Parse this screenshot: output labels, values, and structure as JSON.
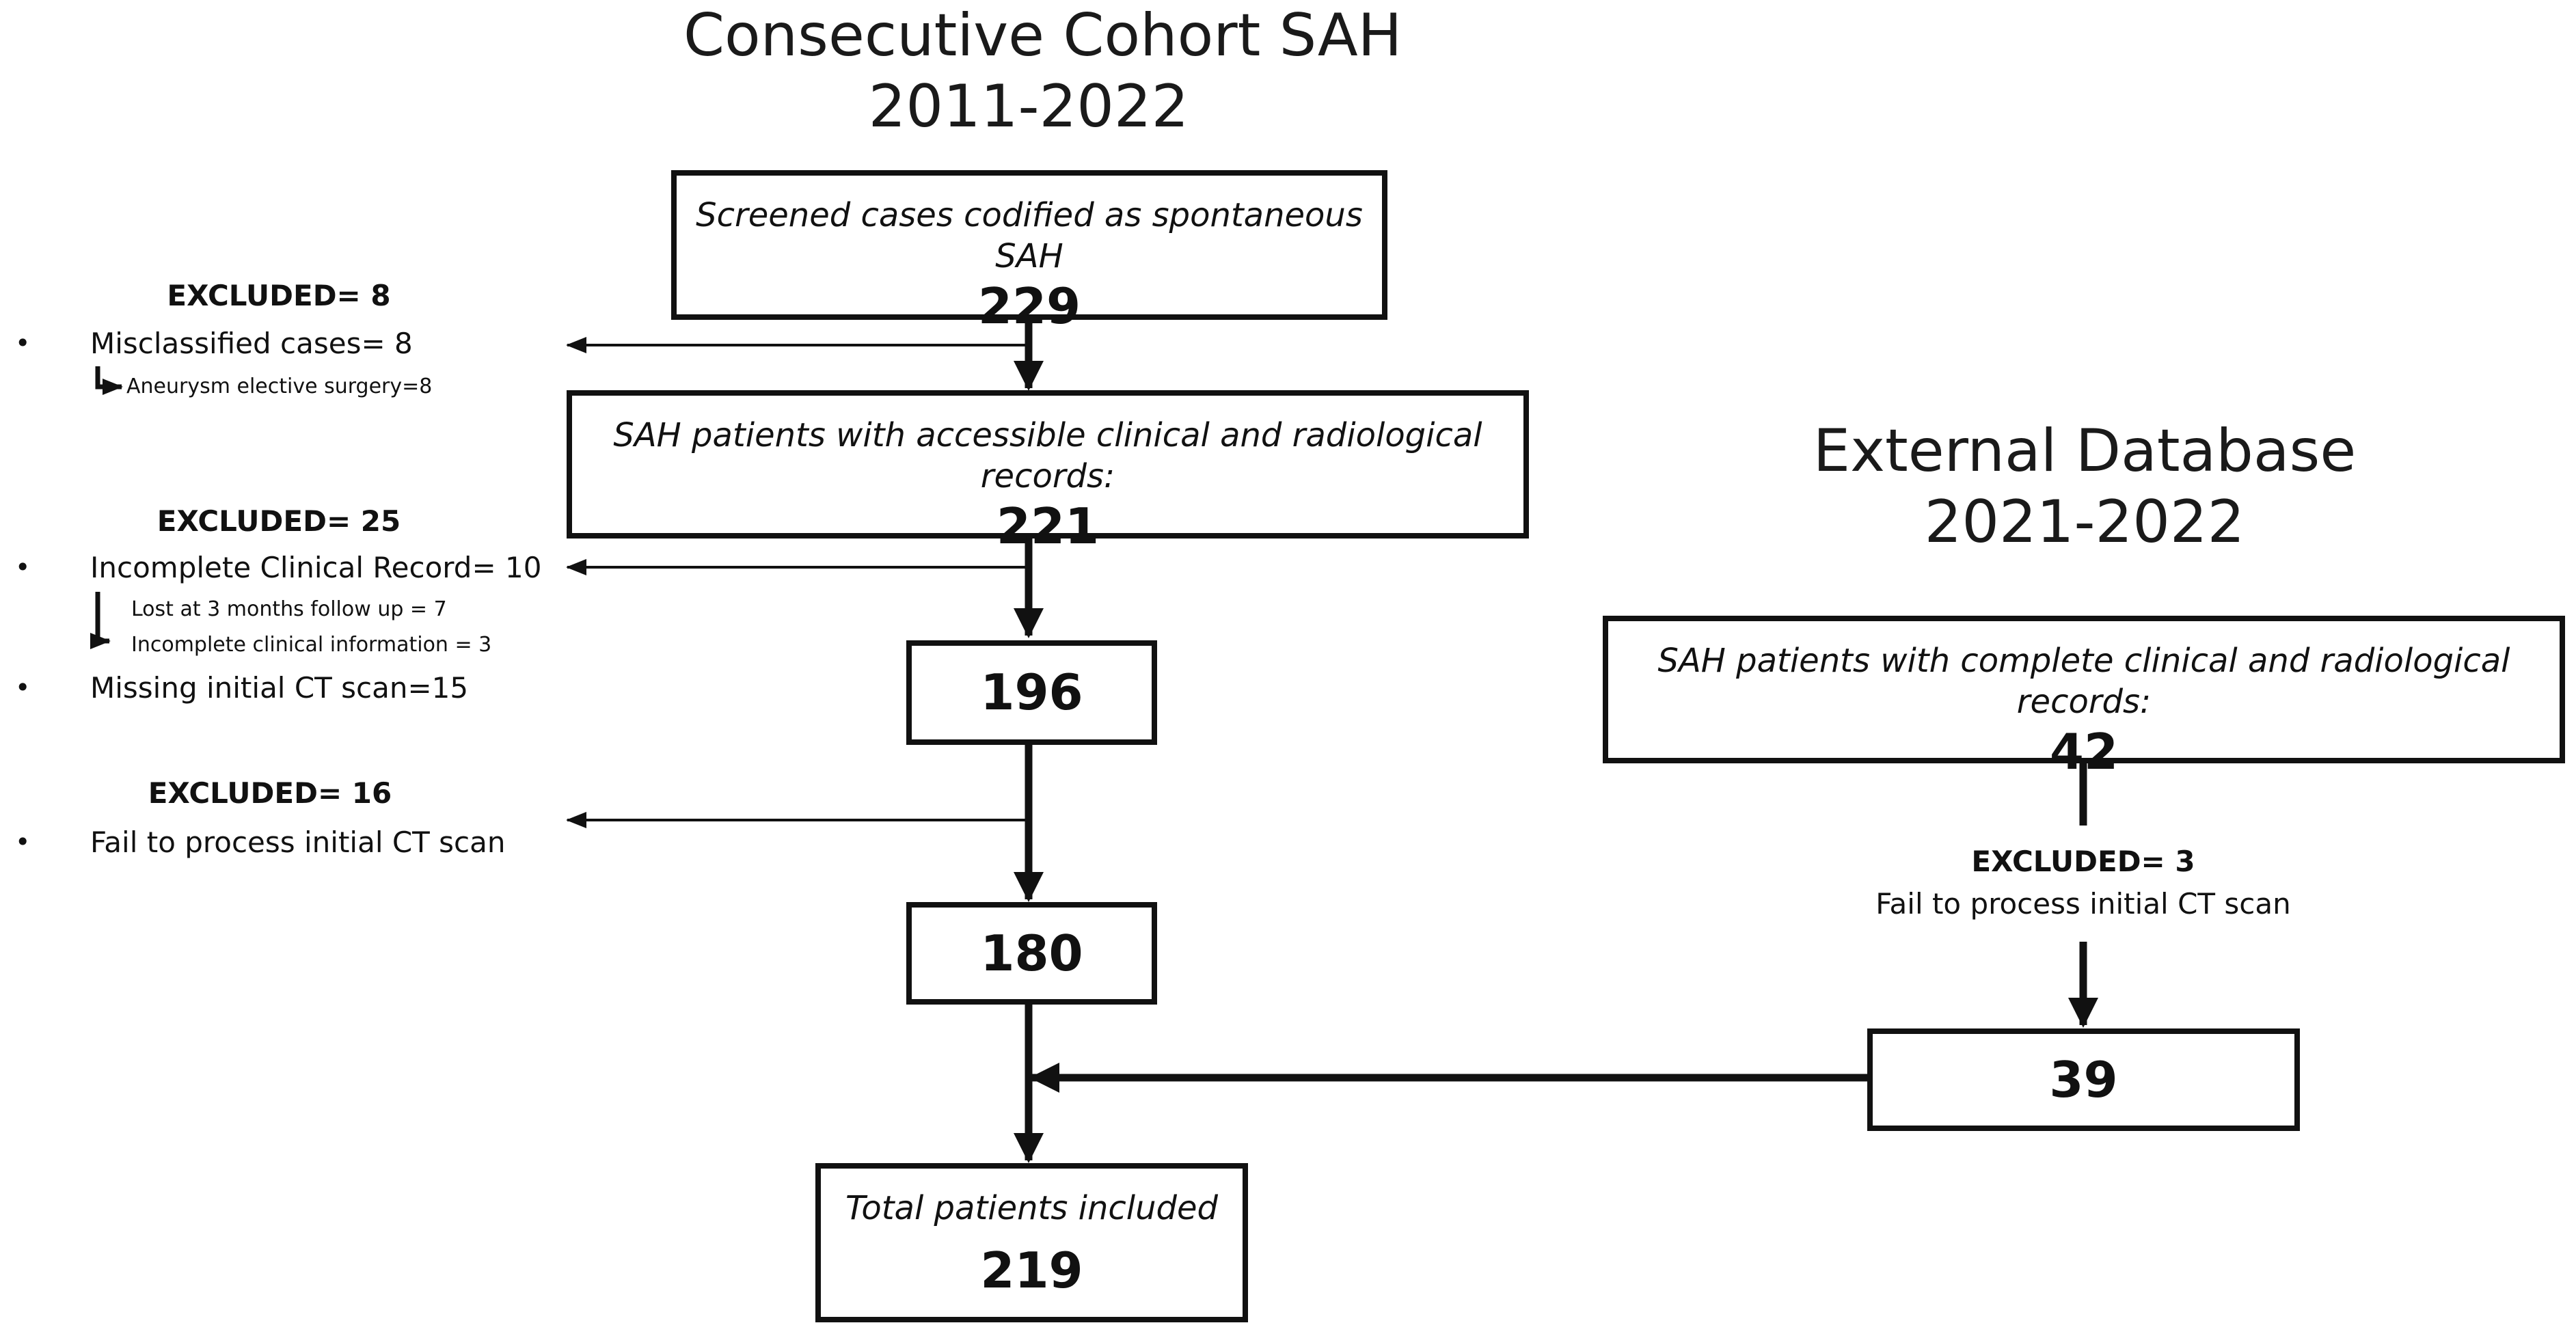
{
  "cohort": {
    "title_line1": "Consecutive Cohort SAH",
    "title_line2": "2011-2022",
    "screened": {
      "caption": "Screened cases codified as spontaneous SAH",
      "count": "229"
    },
    "accessible": {
      "caption": "SAH patients with accessible clinical and radiological records:",
      "count": "221"
    },
    "step3": {
      "count": "196"
    },
    "step4": {
      "count": "180"
    },
    "total": {
      "caption": "Total patients included",
      "count": "219"
    }
  },
  "exclusions": [
    {
      "heading": "EXCLUDED= 8",
      "items": [
        {
          "bullet": "•",
          "text": "Misclassified cases= 8",
          "sub": [
            "Aneurysm elective surgery=8"
          ]
        }
      ]
    },
    {
      "heading": "EXCLUDED= 25",
      "items": [
        {
          "bullet": "•",
          "text": "Incomplete Clinical Record= 10",
          "sub": [
            "Lost at 3 months follow up = 7",
            "Incomplete clinical information = 3"
          ]
        },
        {
          "bullet": "•",
          "text": "Missing initial CT scan=15"
        }
      ]
    },
    {
      "heading": "EXCLUDED= 16",
      "items": [
        {
          "bullet": "•",
          "text": "Fail to process initial CT scan"
        }
      ]
    }
  ],
  "external": {
    "title_line1": "External Database",
    "title_line2": "2021-2022",
    "complete": {
      "caption": "SAH patients with complete clinical and radiological records:",
      "count": "42"
    },
    "excluded_heading": "EXCLUDED= 3",
    "excluded_reason": "Fail to process initial CT scan",
    "final": {
      "count": "39"
    }
  }
}
